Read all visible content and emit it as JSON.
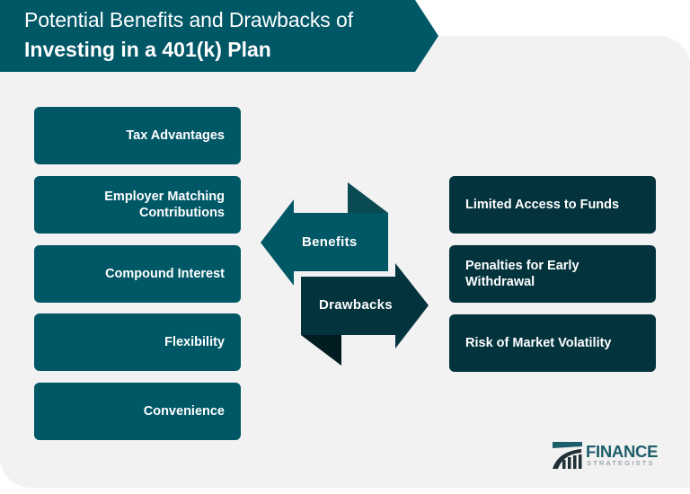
{
  "title": {
    "line1": "Potential Benefits and Drawbacks of",
    "line2": "Investing in a 401(k) Plan"
  },
  "center": {
    "benefits_label": "Benefits",
    "drawbacks_label": "Drawbacks"
  },
  "benefits": [
    {
      "label": "Tax Advantages"
    },
    {
      "label": "Employer Matching Contributions"
    },
    {
      "label": "Compound Interest"
    },
    {
      "label": "Flexibility"
    },
    {
      "label": "Convenience"
    }
  ],
  "drawbacks": [
    {
      "label": "Limited Access to Funds"
    },
    {
      "label": "Penalties for Early Withdrawal"
    },
    {
      "label": "Risk of Market Volatility"
    }
  ],
  "logo": {
    "name": "FINANCE",
    "sub": "STRATEGISTS"
  },
  "colors": {
    "teal": "#005766",
    "teal_dark_flap": "#0a4a52",
    "dark": "#03333d",
    "darkest_flap": "#011d22",
    "panel": "#f2f2f2"
  }
}
